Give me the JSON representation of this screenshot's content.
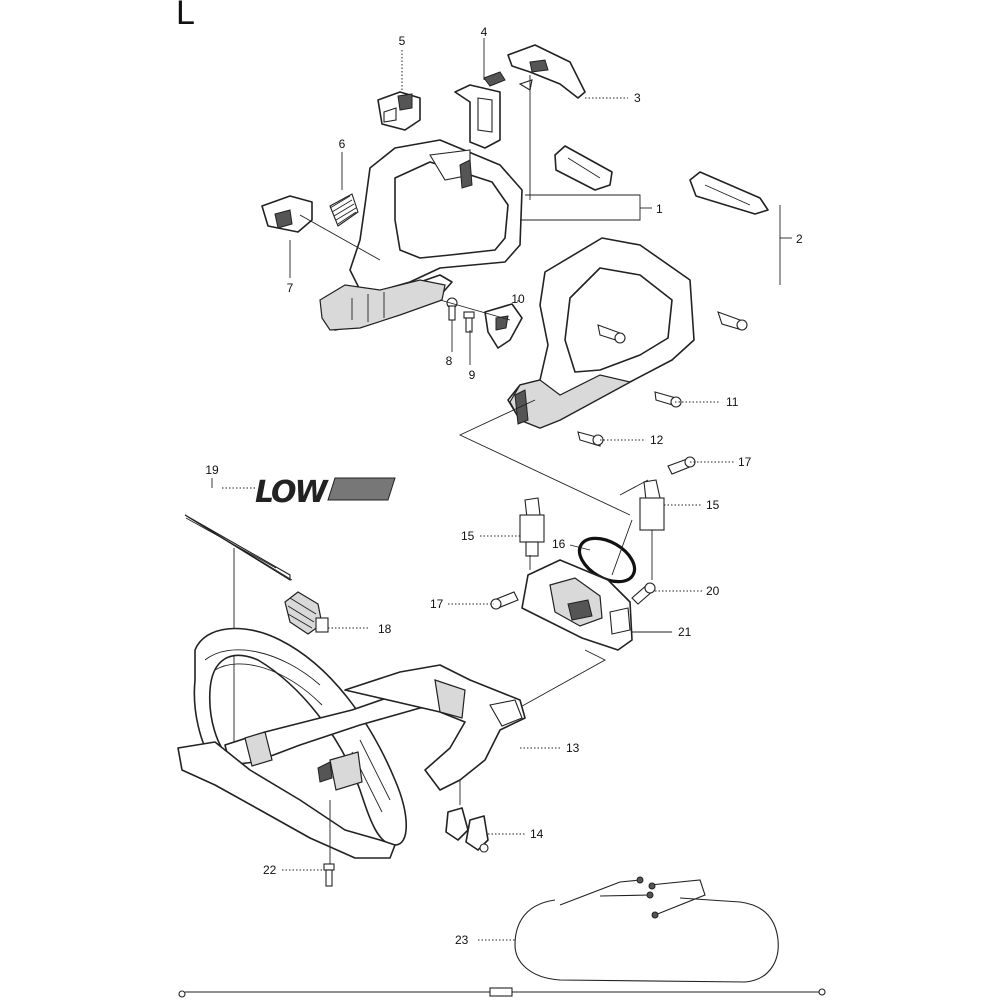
{
  "page_letter": "L",
  "decal_text": "LOW",
  "parts": {
    "p1": "1",
    "p2": "2",
    "p3": "3",
    "p4": "4",
    "p5": "5",
    "p6": "6",
    "p7": "7",
    "p8": "8",
    "p9": "9",
    "p10": "10",
    "p11": "11",
    "p12": "12",
    "p13": "13",
    "p14": "14",
    "p15a": "15",
    "p15b": "15",
    "p16": "16",
    "p17a": "17",
    "p17b": "17",
    "p18": "18",
    "p19": "19",
    "p20": "20",
    "p21": "21",
    "p22": "22",
    "p23": "23"
  }
}
